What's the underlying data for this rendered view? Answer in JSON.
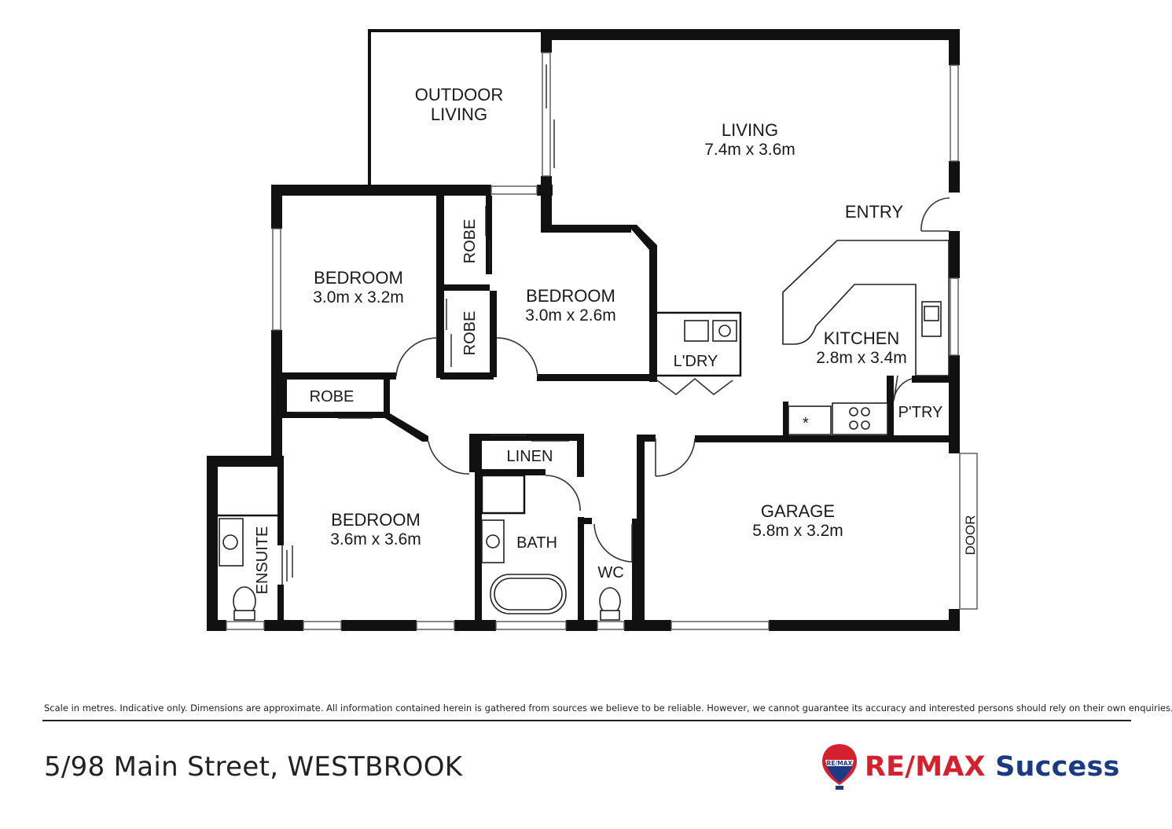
{
  "rooms": {
    "outdoor_living": {
      "line1": "OUTDOOR",
      "line2": "LIVING"
    },
    "living": {
      "name": "LIVING",
      "dims": "7.4m x 3.6m"
    },
    "entry": {
      "name": "ENTRY"
    },
    "bedroom_1": {
      "name": "BEDROOM",
      "dims": "3.0m x 3.2m"
    },
    "bedroom_2": {
      "name": "BEDROOM",
      "dims": "3.0m x 2.6m"
    },
    "bedroom_3": {
      "name": "BEDROOM",
      "dims": "3.6m x 3.6m"
    },
    "kitchen": {
      "name": "KITCHEN",
      "dims": "2.8m x 3.4m"
    },
    "garage": {
      "name": "GARAGE",
      "dims": "5.8m x 3.2m"
    },
    "laundry": {
      "name": "L'DRY"
    },
    "pantry": {
      "name": "P'TRY"
    },
    "linen": {
      "name": "LINEN"
    },
    "bath": {
      "name": "BATH"
    },
    "wc": {
      "name": "WC"
    },
    "ensuite": {
      "name": "ENSUITE"
    },
    "robe_upper": {
      "name": "ROBE"
    },
    "robe_lower": {
      "name": "ROBE"
    },
    "robe_hall": {
      "name": "ROBE"
    },
    "garage_door": {
      "name": "DOOR"
    }
  },
  "footer": {
    "disclaimer": "Scale in metres. Indicative only. Dimensions are approximate. All information contained herein is gathered from sources we believe to be reliable. However, we cannot guarantee its accuracy and interested persons should rely on their own enquiries.",
    "address": "5/98 Main Street, WESTBROOK"
  },
  "branding": {
    "balloon_text": "RE/MAX",
    "brand_name": "RE/MAX",
    "office_name": "Success",
    "colors": {
      "red": "#d5202e",
      "blue": "#1b3a86"
    }
  }
}
